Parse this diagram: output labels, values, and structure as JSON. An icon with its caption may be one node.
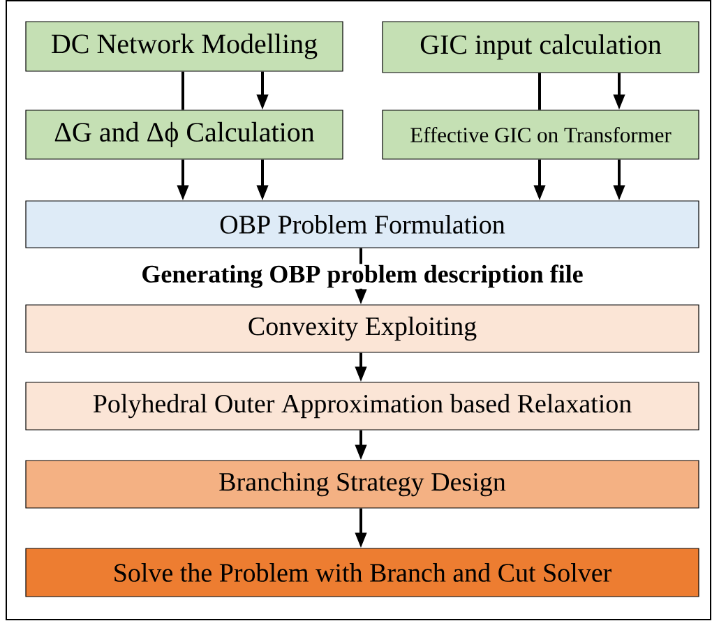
{
  "diagram": {
    "nodes": [
      {
        "text": [
          "DC Network Modelling"
        ]
      },
      {
        "text": [
          "GIC input calculation"
        ]
      },
      {
        "text": [
          "ΔG and Δϕ Calculation"
        ]
      },
      {
        "text": [
          "Effective GIC on Transformer"
        ]
      },
      {
        "text": [
          "OBP Problem Formulation"
        ]
      },
      {
        "text": [
          "Convexity Exploiting"
        ]
      },
      {
        "text": [
          "Polyhedral Outer Approximation based Relaxation"
        ]
      },
      {
        "text": [
          "Branching Strategy Design"
        ]
      },
      {
        "text": [
          "Solve the Problem with Branch and Cut Solver"
        ]
      }
    ],
    "edges": [
      {
        "from": 0,
        "to": 2,
        "arrow": "none"
      },
      {
        "from": 0,
        "to": 2,
        "arrow": "to"
      },
      {
        "from": 1,
        "to": 3,
        "arrow": "none"
      },
      {
        "from": 1,
        "to": 3,
        "arrow": "to"
      },
      {
        "from": 2,
        "to": 4,
        "arrow": "to"
      },
      {
        "from": 2,
        "to": 4,
        "arrow": "to"
      },
      {
        "from": 3,
        "to": 4,
        "arrow": "to"
      },
      {
        "from": 3,
        "to": 4,
        "arrow": "to"
      },
      {
        "from": 4,
        "to": 5,
        "arrow": "to",
        "label": "Generating OBP problem description file"
      },
      {
        "from": 5,
        "to": 6,
        "arrow": "to"
      },
      {
        "from": 6,
        "to": 7,
        "arrow": "to"
      },
      {
        "from": 7,
        "to": 8,
        "arrow": "to"
      }
    ]
  }
}
